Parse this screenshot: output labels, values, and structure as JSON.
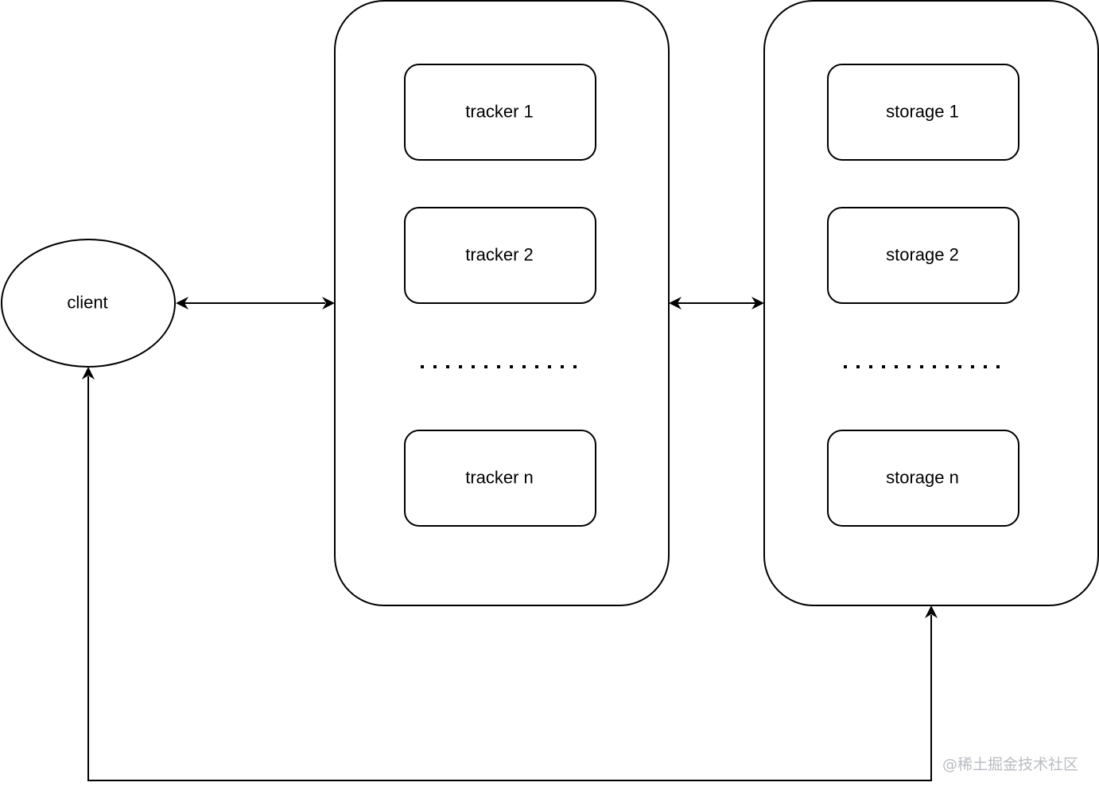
{
  "client": {
    "label": "client"
  },
  "trackers": {
    "items": [
      {
        "label": "tracker 1"
      },
      {
        "label": "tracker 2"
      },
      {
        "label": "tracker n"
      }
    ]
  },
  "storages": {
    "items": [
      {
        "label": "storage 1"
      },
      {
        "label": "storage 2"
      },
      {
        "label": "storage n"
      }
    ]
  },
  "watermark": {
    "text": "@稀土掘金技术社区"
  },
  "colors": {
    "stroke": "#000000",
    "background": "#ffffff",
    "watermark": "#b9bcc2"
  }
}
